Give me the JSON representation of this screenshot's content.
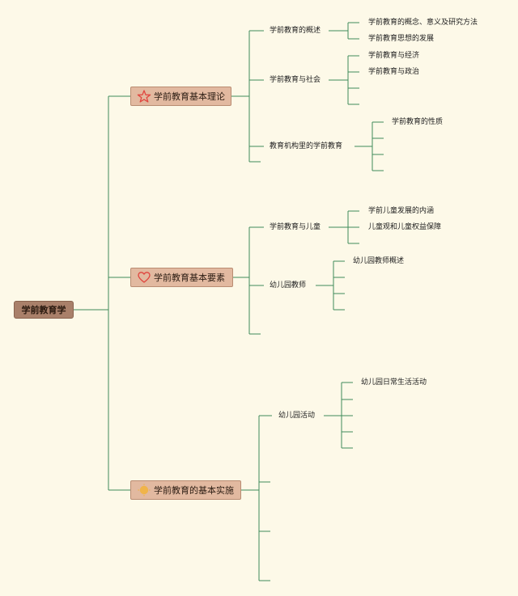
{
  "root": "学前教育学",
  "topics": [
    {
      "label": "学前教育基本理论",
      "icon": "star-icon",
      "children": [
        {
          "label": "学前教育的概述",
          "children": [
            "学前教育的概念、意义及研究方法",
            "学前教育思想的发展"
          ]
        },
        {
          "label": "学前教育与社会",
          "children": [
            "学前教育与经济",
            "学前教育与政治"
          ]
        },
        {
          "label": "教育机构里的学前教育",
          "children": [
            "学前教育的性质"
          ]
        }
      ]
    },
    {
      "label": "学前教育基本要素",
      "icon": "heart-icon",
      "children": [
        {
          "label": "学前教育与儿童",
          "children": [
            "学前儿童发展的内涵",
            "儿童观和儿童权益保障"
          ]
        },
        {
          "label": "幼儿园教师",
          "children": [
            "幼儿园教师概述"
          ]
        }
      ]
    },
    {
      "label": "学前教育的基本实施",
      "icon": "sun-icon",
      "children": [
        {
          "label": "幼儿园活动",
          "children": [
            "幼儿园日常生活活动"
          ]
        }
      ]
    }
  ],
  "colors": {
    "background": "#fdf9e8",
    "line": "#3f8c5a",
    "root_fill": "#a9806a",
    "topic_fill": "#e2b9a0",
    "star": "#e0463f",
    "heart": "#e0463f",
    "sun": "#f0b44a"
  }
}
